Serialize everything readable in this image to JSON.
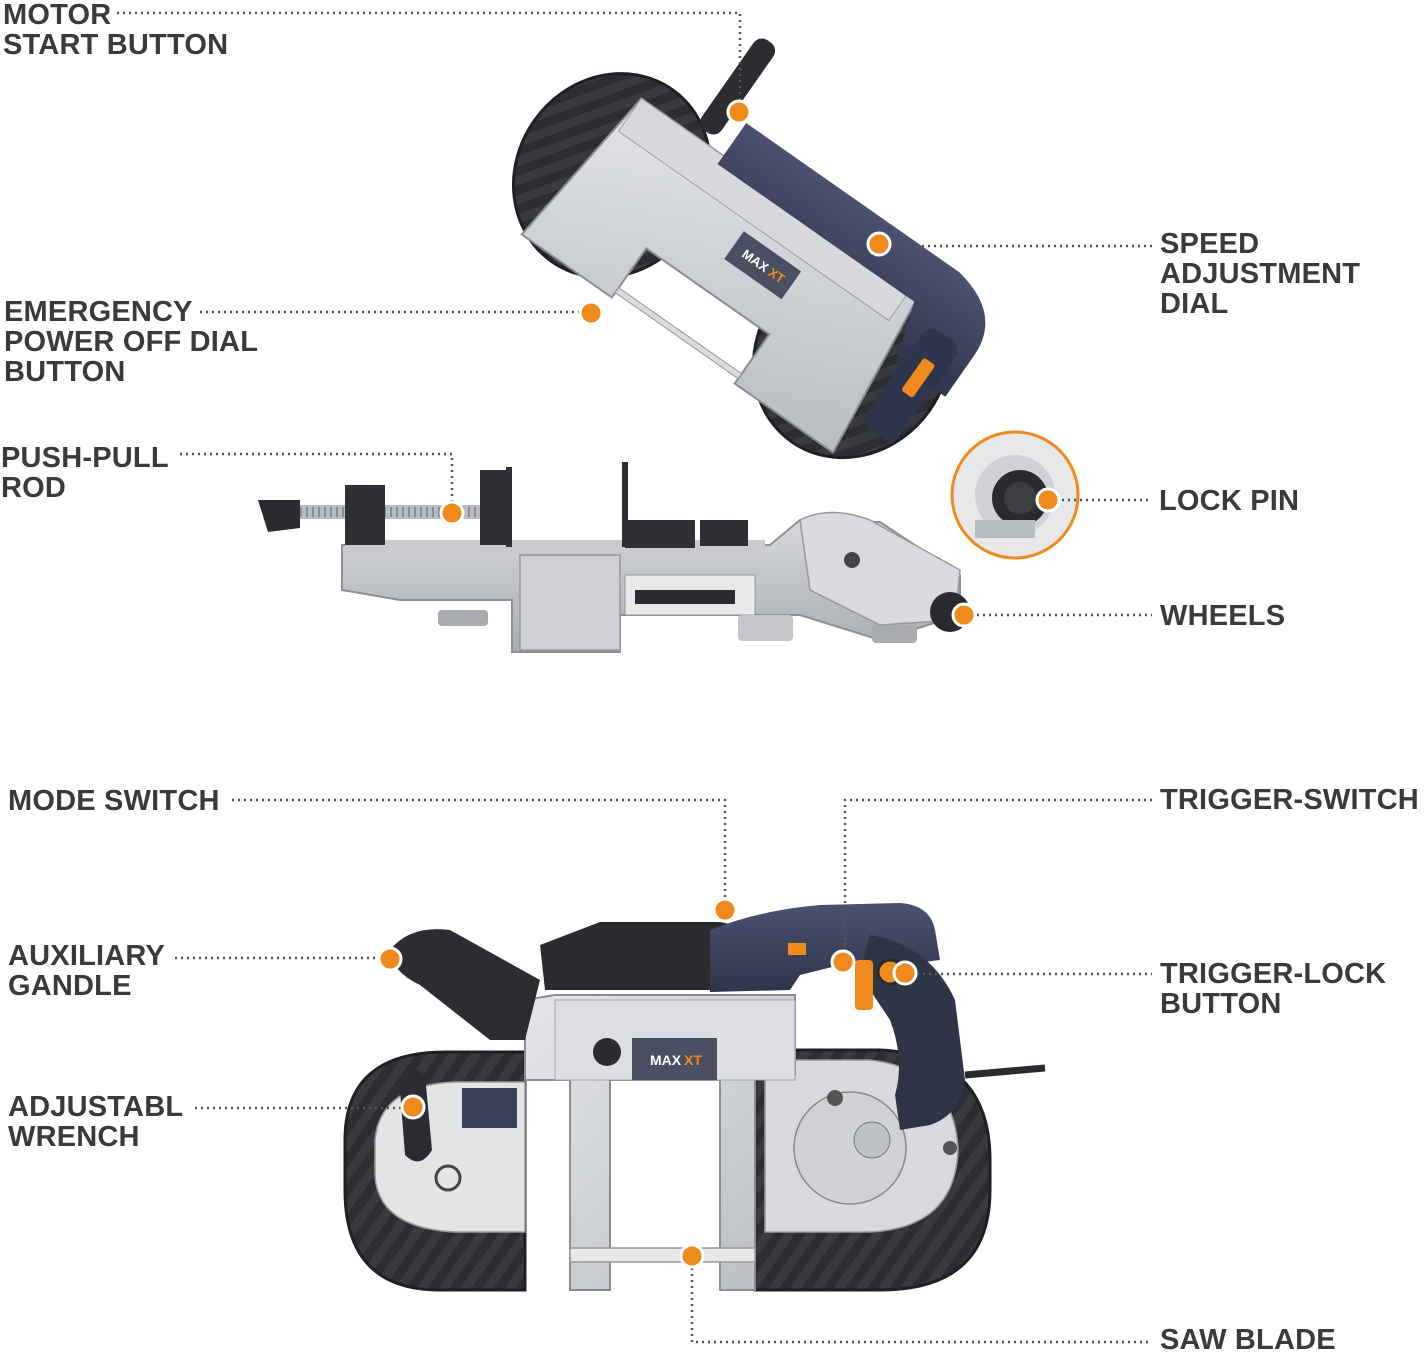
{
  "colors": {
    "accent": "#f08a1c",
    "text": "#3a3a3a",
    "body_dark": "#2e2f33",
    "body_navy": "#3b4258",
    "metal": "#c9cbcf",
    "metal_light": "#dfe1e4",
    "leader": "#555555"
  },
  "brand": {
    "max": "MAX",
    "xt": "XT"
  },
  "labels": {
    "motor_start_button": "MOTOR\nSTART BUTTON",
    "speed_adjustment_dial": "SPEED\nADJUSTMENT\nDIAL",
    "emergency_power_off": "EMERGENCY\nPOWER OFF DIAL\nBUTTON",
    "push_pull_rod": "PUSH-PULL\nROD",
    "lock_pin": "LOCK PIN",
    "wheels": "WHEELS",
    "mode_switch": "MODE SWITCH",
    "trigger_switch": "TRIGGER-SWITCH",
    "auxiliary_gandle": "AUXILIARY\nGANDLE",
    "trigger_lock_button": "TRIGGER-LOCK\nBUTTON",
    "adjustabl_wrench": "ADJUSTABL\nWRENCH",
    "saw_blade": "SAW BLADE"
  }
}
